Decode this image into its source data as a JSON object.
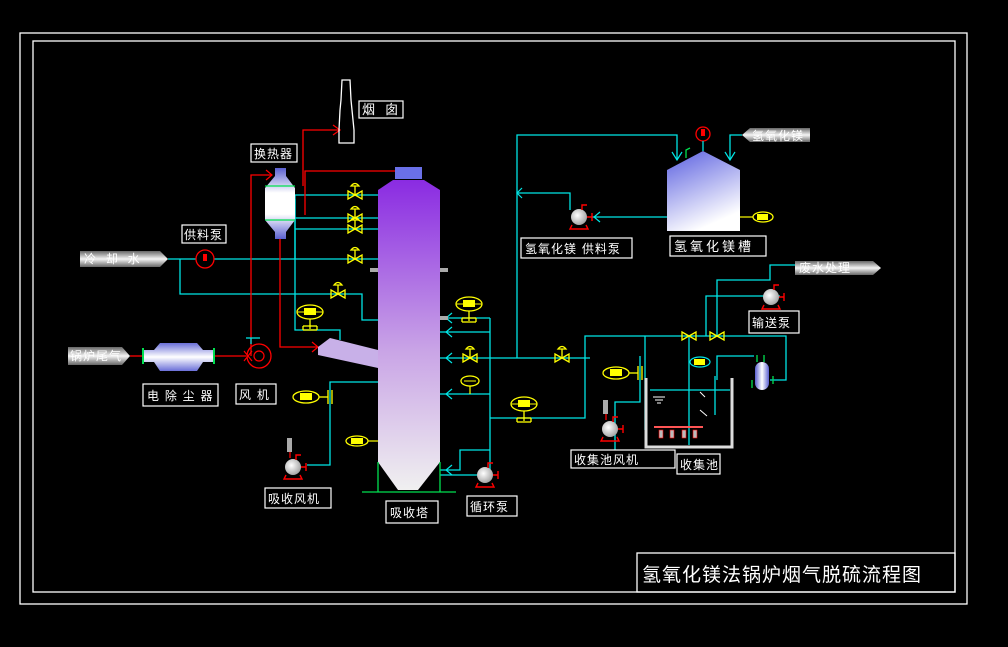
{
  "diagram": {
    "title": "氢氧化镁法锅炉烟气脱硫流程图",
    "colors": {
      "background": "#000000",
      "frame": "#ffffff",
      "water_line": "#00e5e5",
      "flue_gas_line": "#ff0000",
      "valve": "#ffff00",
      "tower_top": "#8a2be2",
      "tower_bottom": "#eeeeee",
      "support": "#00e050"
    },
    "equipment": {
      "chimney": "烟 囱",
      "heat_exchanger": "换热器",
      "feed_pump": "供料泵",
      "electrostatic_precipitator": "电 除 尘 器",
      "fan": "风 机",
      "absorption_fan": "吸收风机",
      "absorption_tower": "吸收塔",
      "circulation_pump": "循环泵",
      "mgoh2_feed_pump": "氢氧化镁 供料泵",
      "mgoh2_tank": "氢氧化镁槽",
      "transfer_pump": "输送泵",
      "collection_tank_fan": "收集池风机",
      "collection_tank": "收集池"
    },
    "streams": {
      "cooling_water": "冷 却 水",
      "boiler_exhaust": "锅炉尾气",
      "mgoh2_inlet": "氢氧化镁",
      "wastewater": "废水处理"
    }
  }
}
